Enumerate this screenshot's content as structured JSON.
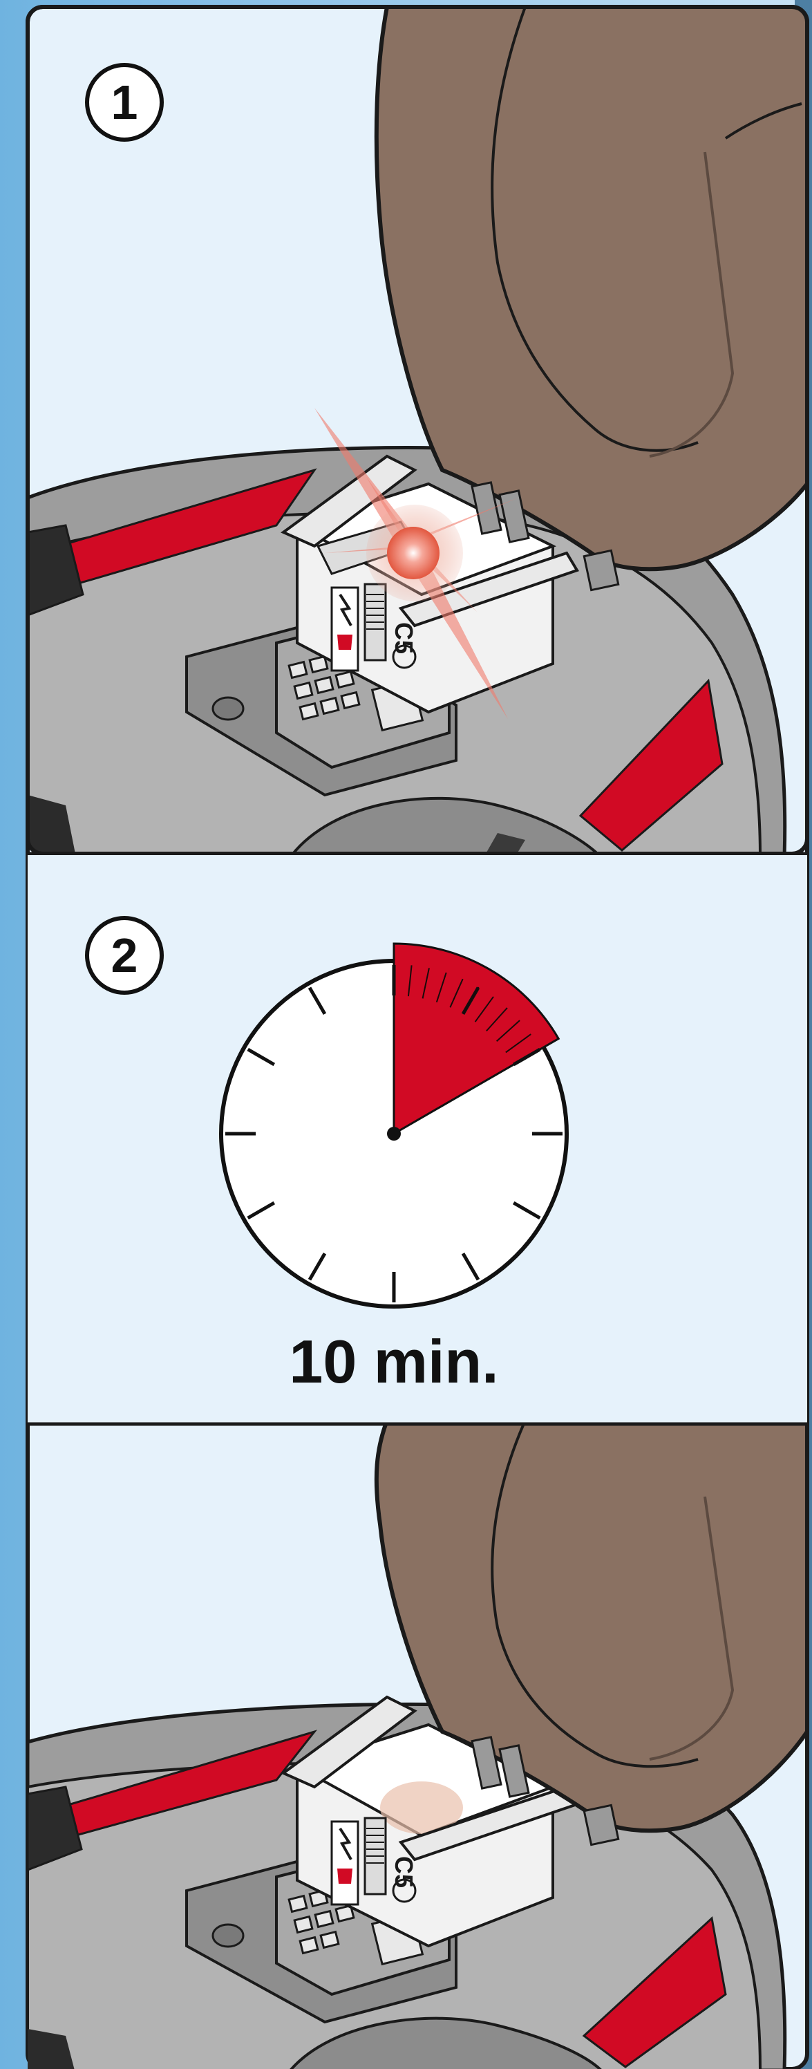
{
  "steps": [
    {
      "number": "1",
      "icon": "mower-blinking-led-illustration"
    },
    {
      "number": "2",
      "icon": "clock-timer-illustration",
      "label": "10 min.",
      "timer_fraction": 0.1667
    },
    {
      "icon": "mower-led-off-illustration"
    }
  ],
  "colors": {
    "background_panel": "#e6f2fb",
    "frame_blue": "#8cc4e8",
    "lid_brown": "#8a7162",
    "body_gray": "#9d9d9d",
    "accent_red": "#d10a24",
    "led_glow": "#f07a6a"
  }
}
